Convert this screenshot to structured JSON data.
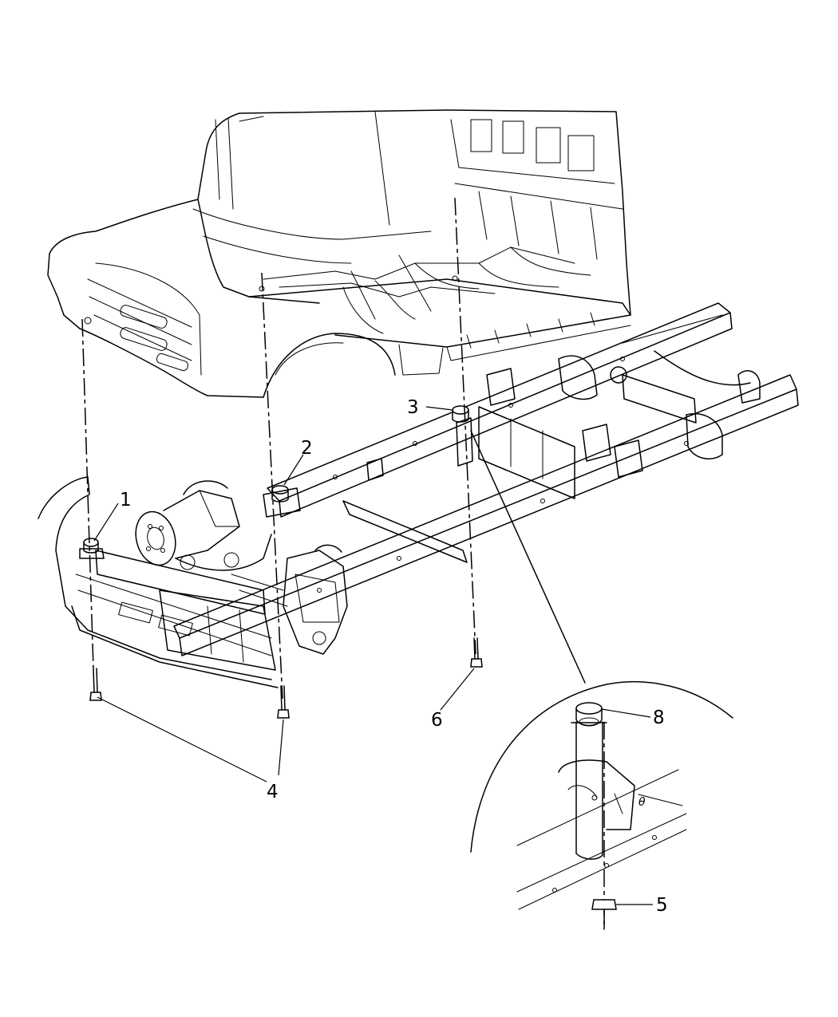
{
  "diagram": {
    "callouts": {
      "c1": "1",
      "c2": "2",
      "c3": "3",
      "c4": "4",
      "c5": "5",
      "c6": "6",
      "c8": "8"
    }
  }
}
